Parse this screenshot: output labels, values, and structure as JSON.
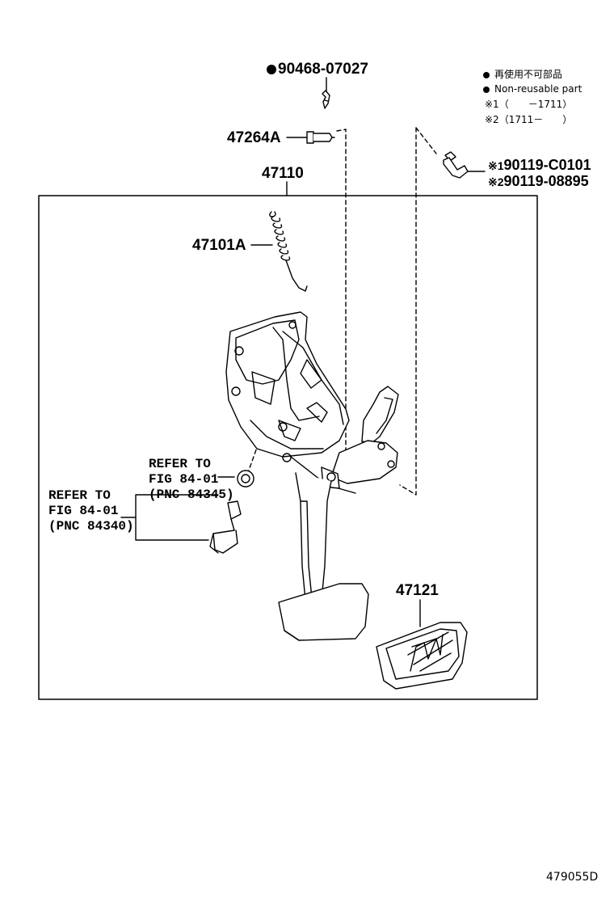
{
  "parts": {
    "p_90468": "90468-07027",
    "p_47264A": "47264A",
    "p_47110": "47110",
    "p_47101A": "47101A",
    "p_47121": "47121",
    "p_90119_1_prefix": "※1",
    "p_90119_1": "90119-C0101",
    "p_90119_2_prefix": "※2",
    "p_90119_2": "90119-08895"
  },
  "legend": {
    "line1": "再使用不可部品",
    "line2": "Non-reusable part",
    "line3": "※1（　　－1711）",
    "line4": "※2（1711－　　）"
  },
  "refs": {
    "ref_a_l1": "REFER TO",
    "ref_a_l2": "FIG 84-01",
    "ref_a_l3": "(PNC 84345)",
    "ref_b_l1": "REFER TO",
    "ref_b_l2": "FIG 84-01",
    "ref_b_l3": "(PNC 84340)"
  },
  "diagram_code": "479055D"
}
